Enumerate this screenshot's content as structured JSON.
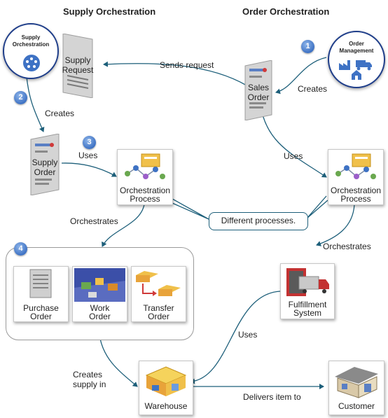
{
  "titles": {
    "left": "Supply Orchestration",
    "right": "Order Orchestration"
  },
  "nodes": {
    "supply_orch_circle": {
      "line1": "Supply",
      "line2": "Orchestration"
    },
    "order_mgmt_circle": {
      "line1": "Order",
      "line2": "Management"
    },
    "supply_request": {
      "line1": "Supply",
      "line2": "Request"
    },
    "sales_order": {
      "line1": "Sales",
      "line2": "Order"
    },
    "supply_order": {
      "line1": "Supply",
      "line2": "Order"
    },
    "orch_process_left": {
      "line1": "Orchestration",
      "line2": "Process"
    },
    "orch_process_right": {
      "line1": "Orchestration",
      "line2": "Process"
    },
    "purchase_order": {
      "line1": "Purchase",
      "line2": "Order"
    },
    "work_order": {
      "line1": "Work",
      "line2": "Order"
    },
    "transfer_order": {
      "line1": "Transfer",
      "line2": "Order"
    },
    "fulfillment_system": {
      "line1": "Fulfillment",
      "line2": "System"
    },
    "warehouse": {
      "label": "Warehouse"
    },
    "customer": {
      "label": "Customer"
    }
  },
  "badges": [
    "1",
    "2",
    "3",
    "4"
  ],
  "edge_labels": {
    "sends_request": "Sends request",
    "creates_right": "Creates",
    "creates_left": "Creates",
    "uses_left": "Uses",
    "uses_right": "Uses",
    "orchestrates_left": "Orchestrates",
    "orchestrates_right": "Orchestrates",
    "uses_bottom": "Uses",
    "creates_supply_line1": "Creates",
    "creates_supply_line2": "supply in",
    "delivers": "Delivers  item to"
  },
  "callout": "Different  processes.",
  "colors": {
    "line": "#1d5f7a",
    "circle_border": "#1f3e8a",
    "badge": "#3e72c4"
  }
}
